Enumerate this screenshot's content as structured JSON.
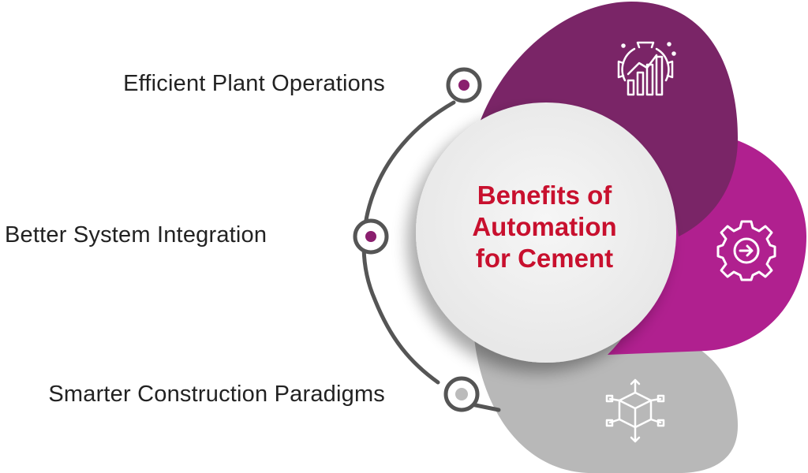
{
  "title_lines": [
    "Benefits of",
    "Automation",
    "for Cement"
  ],
  "items": [
    {
      "label": "Efficient Plant Operations",
      "icon": "gear-chart-icon",
      "color": "#7a2567"
    },
    {
      "label": "Better System Integration",
      "icon": "gear-arrow-icon",
      "color": "#b0208f"
    },
    {
      "label": "Smarter Construction Paradigms",
      "icon": "cube-network-icon",
      "color": "#b4b4b4"
    }
  ],
  "colors": {
    "title": "#c8102e",
    "connector": "#555555",
    "dot_purple": "#8a1f6e",
    "dot_gray": "#bbbbbb",
    "center_fill": "#f1f1f1"
  }
}
